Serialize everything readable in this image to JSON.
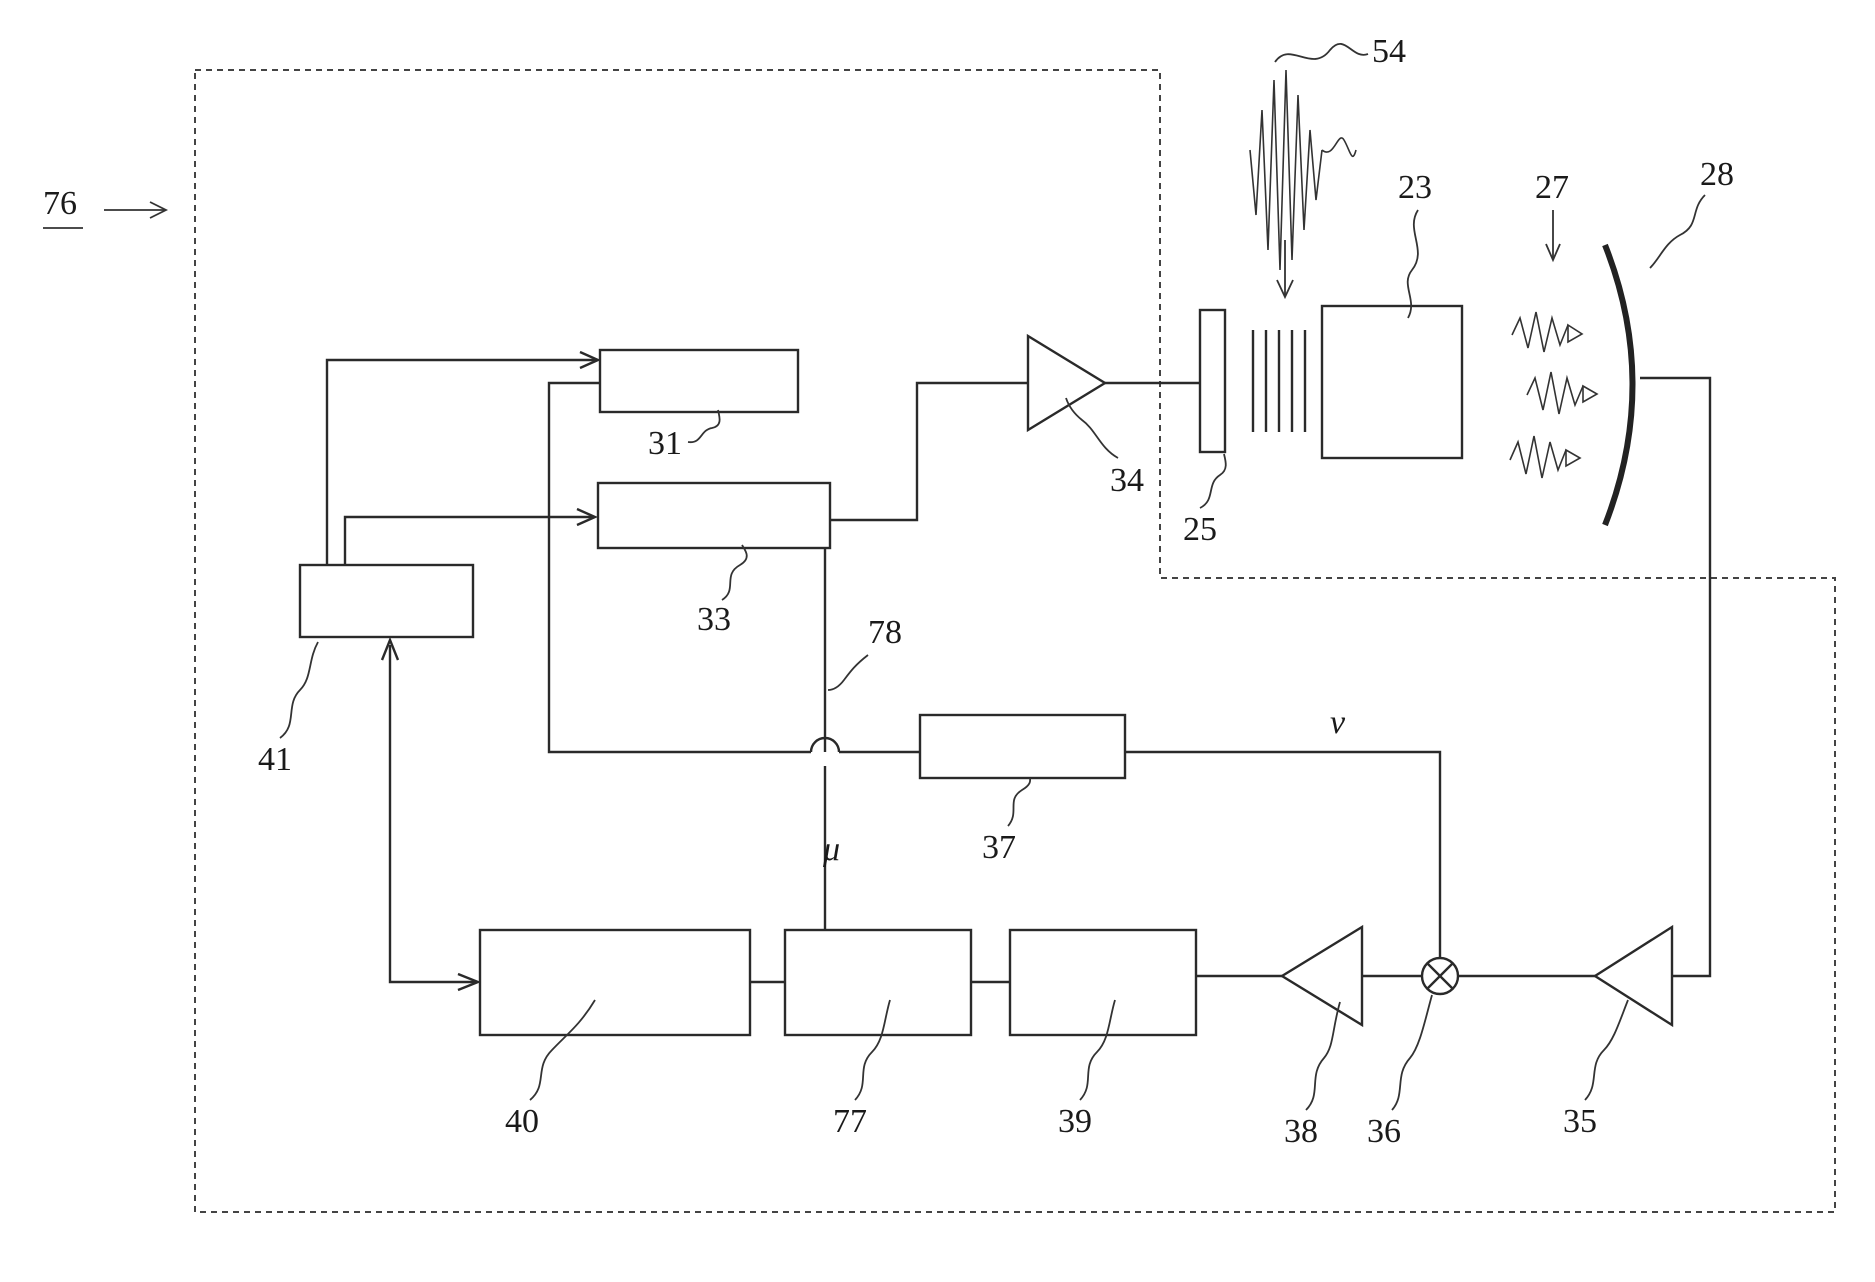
{
  "labels": {
    "n76": "76",
    "n54": "54",
    "n23": "23",
    "n27": "27",
    "n28": "28",
    "n31": "31",
    "n33": "33",
    "n34": "34",
    "n25": "25",
    "n41": "41",
    "n78": "78",
    "n37": "37",
    "n40": "40",
    "n77": "77",
    "n39": "39",
    "n38": "38",
    "n36": "36",
    "n35": "35"
  },
  "symbols": {
    "nu": "ν",
    "mu": "μ"
  }
}
